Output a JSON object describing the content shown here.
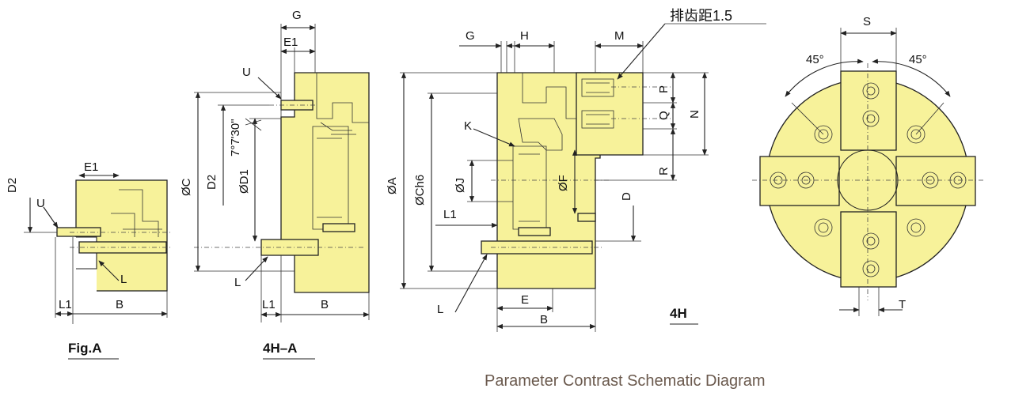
{
  "diagram": {
    "caption": "Parameter Contrast Schematic Diagram",
    "views": {
      "fig_a": {
        "title": "Fig.A",
        "labels": {
          "d2": "D2",
          "e1": "E1",
          "u": "U",
          "l": "L",
          "l1": "L1",
          "b": "B"
        }
      },
      "h4a": {
        "title": "4H–A",
        "labels": {
          "g": "G",
          "e1": "E1",
          "u": "U",
          "angle": "7°7'30\"",
          "c": "ØC",
          "d2": "D2",
          "d1": "ØD1",
          "l": "L",
          "l1": "L1",
          "b": "B"
        }
      },
      "h4": {
        "title": "4H",
        "labels": {
          "g": "G",
          "h": "H",
          "m": "M",
          "pitch": "排齿距1.5",
          "k": "K",
          "a": "ØA",
          "c": "ØCh6",
          "j": "ØJ",
          "f": "ØF",
          "l1": "L1",
          "l": "L",
          "e": "E",
          "b": "B",
          "d": "D",
          "p": "P",
          "q": "Q",
          "n": "N",
          "r": "R"
        }
      },
      "front": {
        "labels": {
          "s": "S",
          "angle_left": "45°",
          "angle_right": "45°",
          "t": "T"
        }
      }
    }
  }
}
